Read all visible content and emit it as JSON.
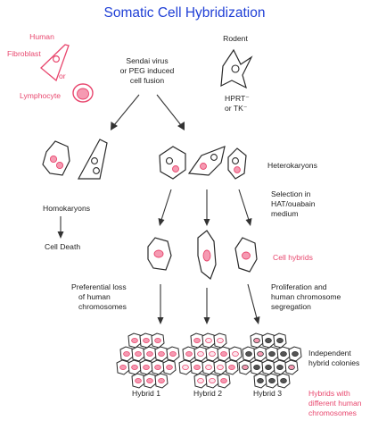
{
  "title": "Somatic Cell Hybridization",
  "colors": {
    "title": "#1f3fd6",
    "human": "#e8476e",
    "human_fill": "#f59ab2",
    "ink": "#2a2a2a",
    "hybrid3_nucleus": "#555555"
  },
  "labels": {
    "human": "Human",
    "fibroblast": "Fibroblast",
    "or": "or",
    "lymphocyte": "Lymphocyte",
    "fusion": [
      "Sendai virus",
      "or PEG induced",
      "cell fusion"
    ],
    "rodent": "Rodent",
    "hprt_line1": "HPRT⁻",
    "hprt_line2": "or TK⁻",
    "heterokaryons": "Heterokaryons",
    "homokaryons": "Homokaryons",
    "cell_death": "Cell Death",
    "selection": [
      "Selection in",
      "HAT/ouabain",
      "medium"
    ],
    "cell_hybrids": "Cell hybrids",
    "preferential_loss": [
      "Preferential loss",
      "of human",
      "chromosomes"
    ],
    "proliferation": [
      "Proliferation and",
      "human chromosome",
      "segregation"
    ],
    "independent": [
      "Independent",
      "hybrid colonies"
    ],
    "hybrid1": "Hybrid 1",
    "hybrid2": "Hybrid 2",
    "hybrid3": "Hybrid 3",
    "different": [
      "Hybrids with",
      "different human",
      "chromosomes"
    ]
  },
  "icons": [
    "fibroblast-cell",
    "lymphocyte-cell",
    "rodent-cell",
    "homokaryon-cell",
    "heterokaryon-cell",
    "hybrid-cell",
    "hybrid-colony",
    "arrow"
  ]
}
